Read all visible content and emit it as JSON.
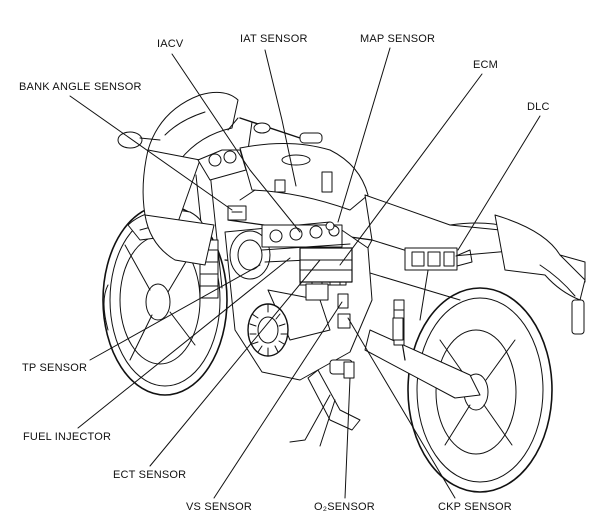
{
  "labels": {
    "iacv": "IACV",
    "iat_sensor": "IAT SENSOR",
    "map_sensor": "MAP SENSOR",
    "ecm": "ECM",
    "dlc": "DLC",
    "bank_angle_sensor": "BANK ANGLE SENSOR",
    "tp_sensor": "TP SENSOR",
    "fuel_injector": "FUEL INJECTOR",
    "ect_sensor": "ECT SENSOR",
    "vs_sensor": "VS SENSOR",
    "o2_sensor": "O₂SENSOR",
    "ckp_sensor": "CKP SENSOR"
  },
  "colors": {
    "line": "#111111",
    "fill": "#ffffff",
    "shade": "#cfcfcf"
  }
}
